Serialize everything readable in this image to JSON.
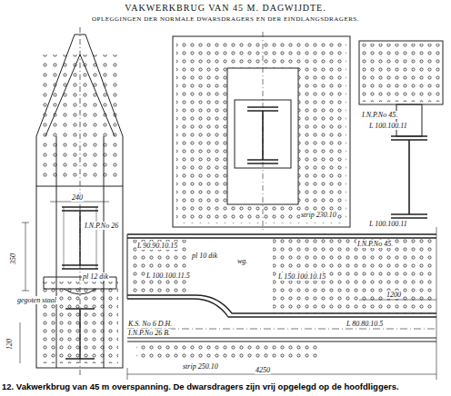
{
  "diagram": {
    "title": "VAKWERKBRUG VAN 45 M. DAGWIJDTE.",
    "caption": "12. Vakwerkbrug van 45 m overspanning. De dwarsdragers zijn vrij opgelegd op de hoofdliggers.",
    "labels": [
      "OPLEGGINGEN DER NORMALE DWARSDRAGERS EN DER EINDLANGSDRAGERS.",
      "240",
      "pl 12 dik",
      "I.N.P.No 26",
      "350",
      "gegoten staal",
      "K.S. No 6 D.H.",
      "I.N.P.No 26 B.",
      "120",
      "I.N.P.No 45.",
      "L 100.100.11",
      "L 100.100.11",
      "strip 230.10",
      "I.N.P.No 45.",
      "L 90.90.10.15",
      "pl 10 dik",
      "L 100.100.11.5",
      "wg.",
      "L 150.100.10.15",
      "1200",
      "L 80.80.10.5",
      "strip 250.10",
      "4250"
    ]
  }
}
